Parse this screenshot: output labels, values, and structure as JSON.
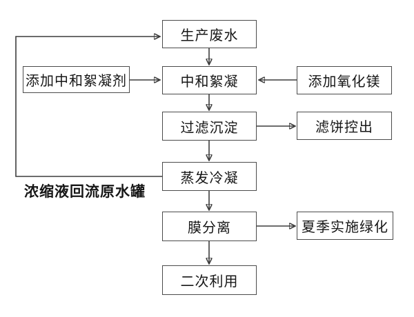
{
  "diagram": {
    "title_implied": "wastewater-treatment-process-flowchart",
    "nodes": {
      "production_wastewater": {
        "label": "生产废水"
      },
      "neutralization_flocculation": {
        "label": "中和絮凝"
      },
      "filtration_sedimentation": {
        "label": "过滤沉淀"
      },
      "evaporation_condensation": {
        "label": "蒸发冷凝"
      },
      "membrane_separation": {
        "label": "膜分离"
      },
      "secondary_use": {
        "label": "二次利用"
      },
      "add_neutralizing_flocculant": {
        "label": "添加中和絮凝剂"
      },
      "add_magnesium_oxide": {
        "label": "添加氧化镁"
      },
      "filter_cake_out": {
        "label": "滤饼控出"
      },
      "summer_greening": {
        "label": "夏季实施绿化"
      }
    },
    "annotations": {
      "recycle_label": "浓缩液回流原水罐"
    },
    "edges": [
      {
        "from": "生产废水",
        "to": "中和絮凝"
      },
      {
        "from": "添加中和絮凝剂",
        "to": "中和絮凝"
      },
      {
        "from": "添加氧化镁",
        "to": "中和絮凝"
      },
      {
        "from": "中和絮凝",
        "to": "过滤沉淀"
      },
      {
        "from": "过滤沉淀",
        "to": "滤饼控出"
      },
      {
        "from": "过滤沉淀",
        "to": "蒸发冷凝"
      },
      {
        "from": "蒸发冷凝",
        "to": "生产废水",
        "label": "浓缩液回流原水罐"
      },
      {
        "from": "蒸发冷凝",
        "to": "膜分离"
      },
      {
        "from": "膜分离",
        "to": "夏季实施绿化"
      },
      {
        "from": "膜分离",
        "to": "二次利用"
      }
    ],
    "colors": {
      "line": "#3c3c3c",
      "box_border": "#4a4a4a",
      "text": "#161616",
      "background": "#ffffff"
    }
  }
}
